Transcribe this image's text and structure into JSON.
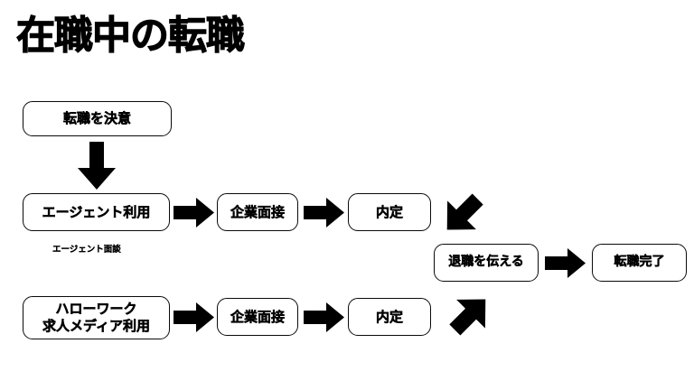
{
  "page": {
    "title": "在職中の転職",
    "background_color": "#ffffff",
    "ink_color": "#000000"
  },
  "flow": {
    "start": {
      "label": "転職を決意"
    },
    "caption": {
      "label": "エージェント面談"
    },
    "track_agent": {
      "step1": {
        "label": "エージェント利用"
      },
      "step2": {
        "label": "企業面接"
      },
      "step3": {
        "label": "内定"
      }
    },
    "track_public": {
      "step1": {
        "label": "ハローワーク\n求人メディア利用"
      },
      "step2": {
        "label": "企業面接"
      },
      "step3": {
        "label": "内定"
      }
    },
    "merge": {
      "step1": {
        "label": "退職を伝える"
      },
      "step2": {
        "label": "転職完了"
      }
    },
    "connectors": [
      {
        "name": "arrow-start-down",
        "direction": "down"
      },
      {
        "name": "arrow-agent-1-2",
        "direction": "right"
      },
      {
        "name": "arrow-agent-2-3",
        "direction": "right"
      },
      {
        "name": "arrow-agent-to-merge",
        "direction": "down-right"
      },
      {
        "name": "arrow-public-1-2",
        "direction": "right"
      },
      {
        "name": "arrow-public-2-3",
        "direction": "right"
      },
      {
        "name": "arrow-public-to-merge",
        "direction": "up-right"
      },
      {
        "name": "arrow-merge-1-2",
        "direction": "right"
      }
    ]
  }
}
